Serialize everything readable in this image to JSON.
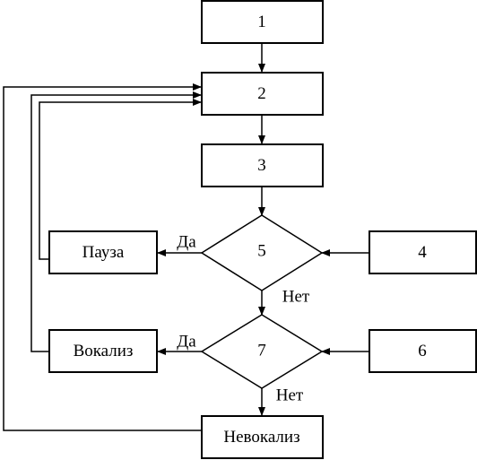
{
  "nodes": {
    "box1": "1",
    "box2": "2",
    "box3": "3",
    "box4": "4",
    "box6": "6",
    "decision5": "5",
    "decision7": "7",
    "pause": "Пауза",
    "vocalized": "Вокализ",
    "non_vocalized": "Невокализ"
  },
  "edge_labels": {
    "d5_yes": "Да",
    "d5_no": "Нет",
    "d7_yes": "Да",
    "d7_no": "Нет"
  }
}
